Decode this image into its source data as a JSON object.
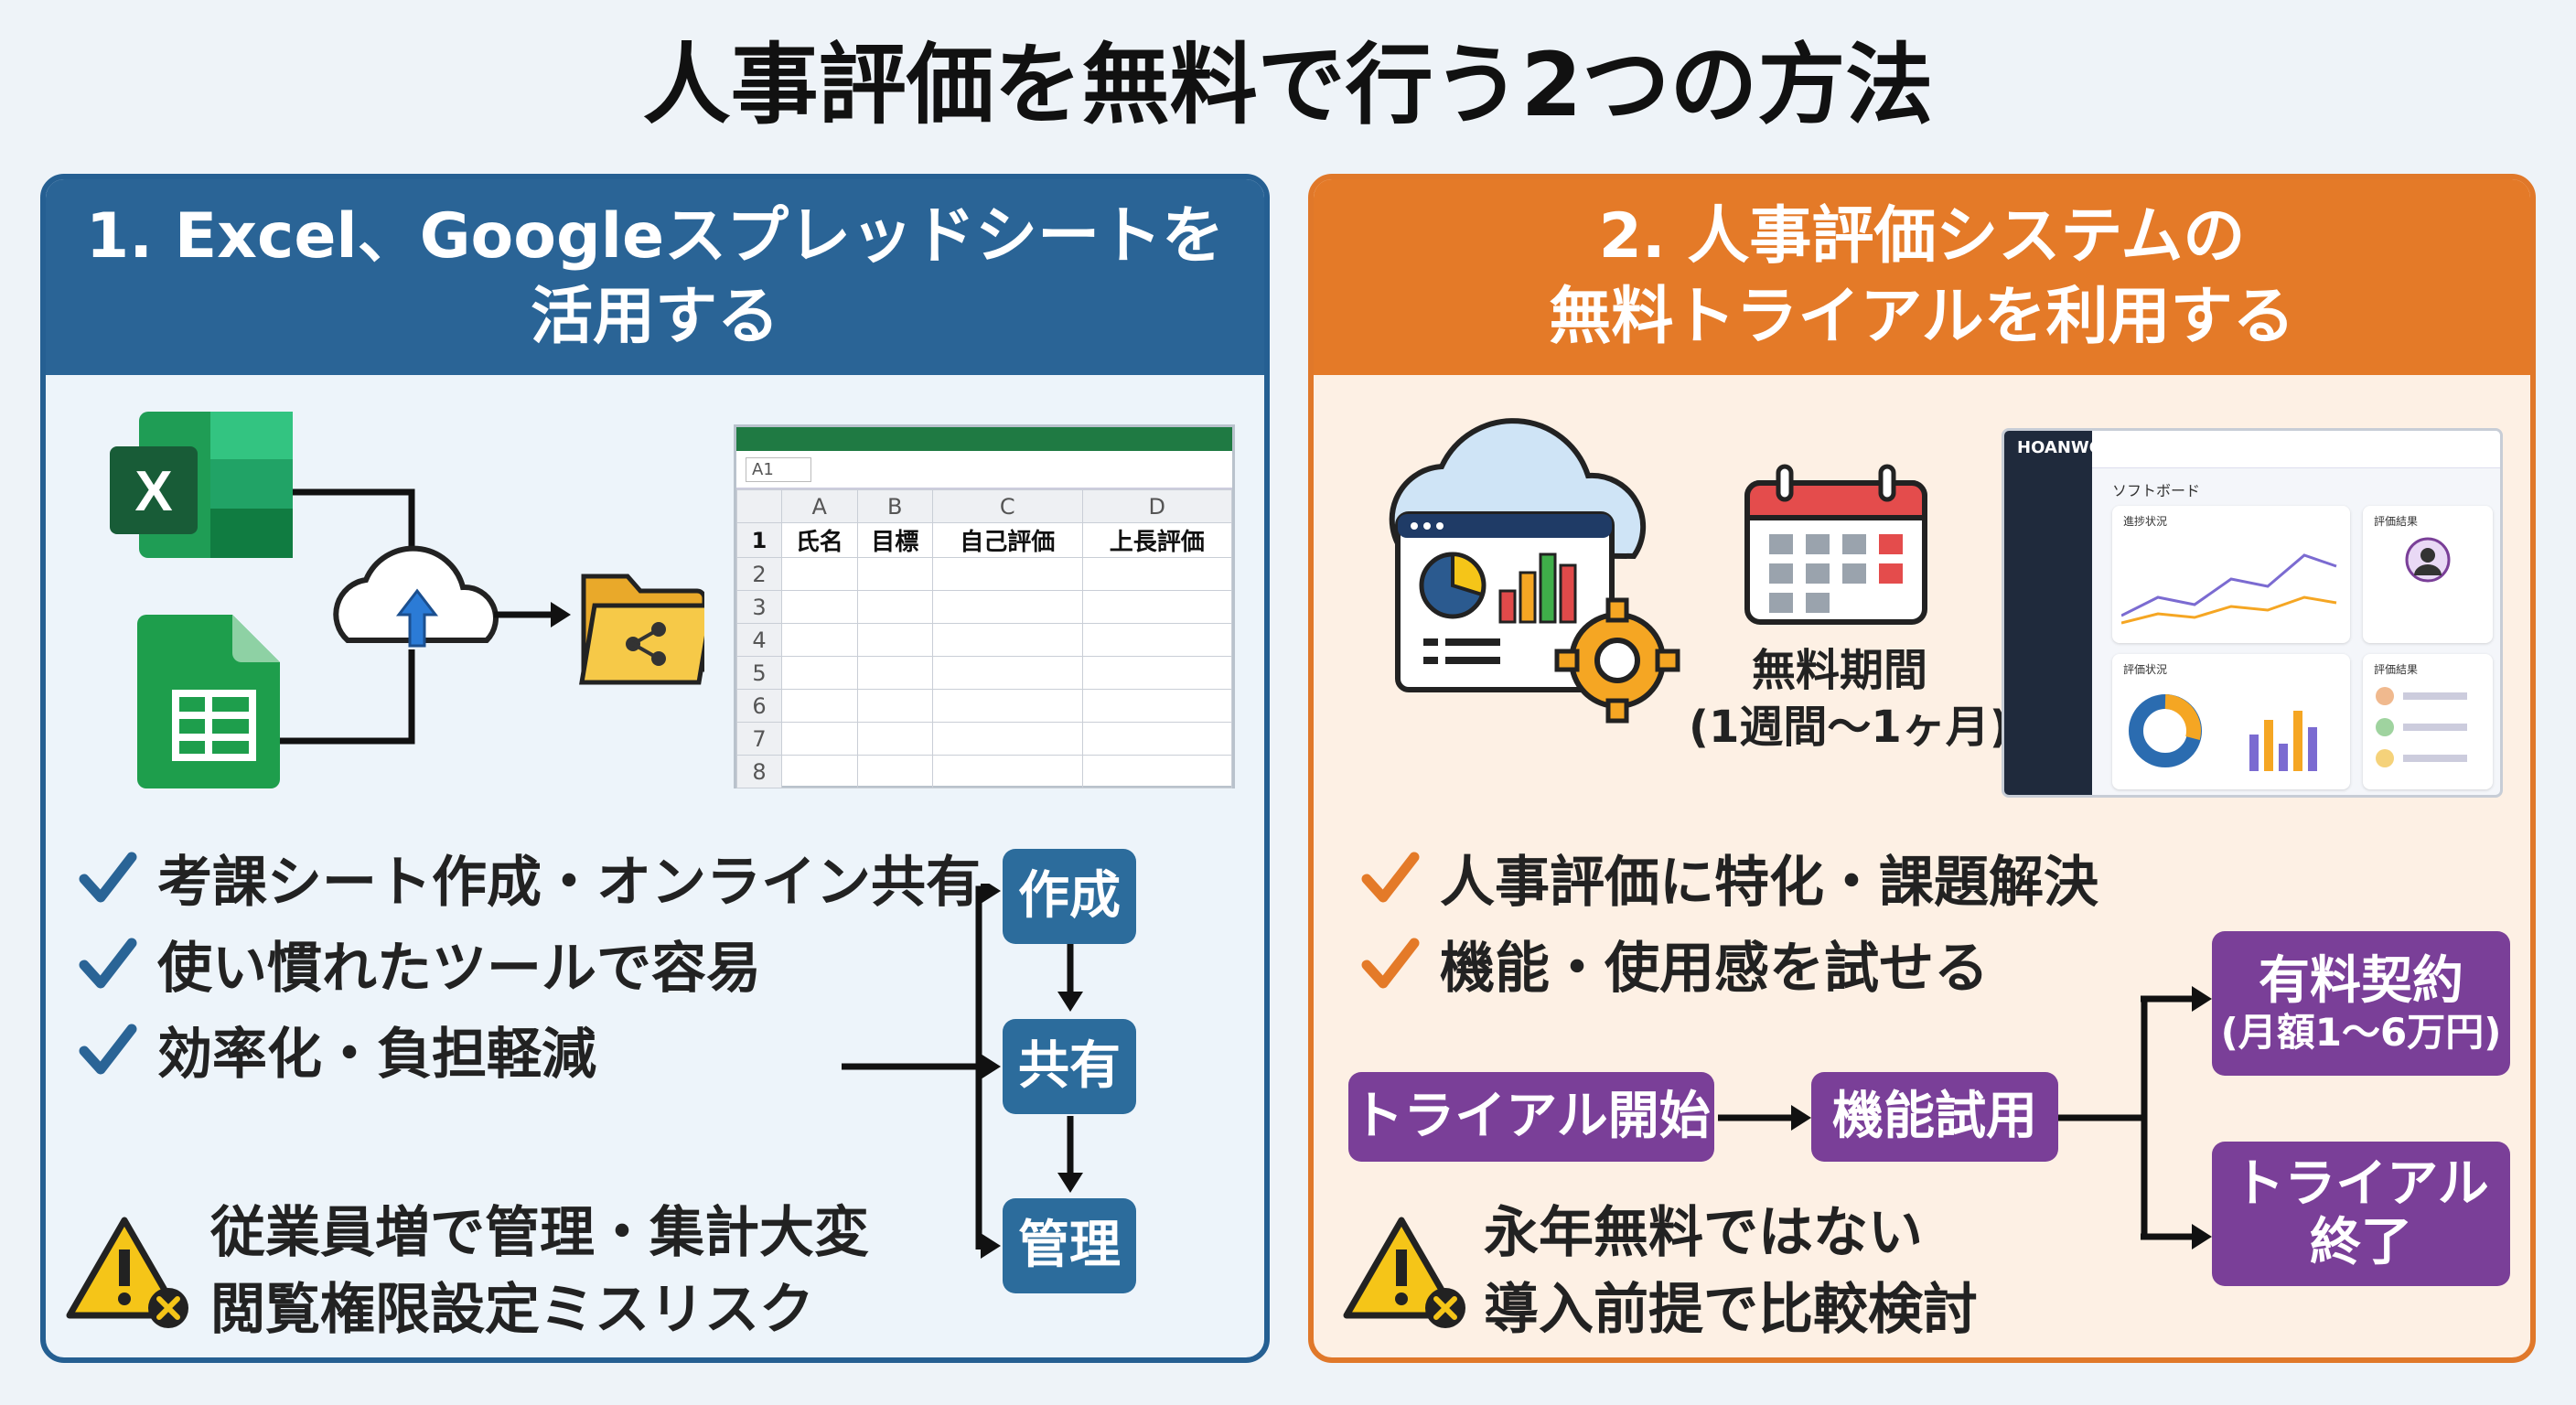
{
  "title": "人事評価を無料で行う2つの方法",
  "left_panel": {
    "heading_line1": "1. Excel、Googleスプレッドシートを",
    "heading_line2": "活用する",
    "spreadsheet": {
      "cell_ref": "A1",
      "columns": [
        "A",
        "B",
        "C",
        "D"
      ],
      "header_row": [
        "氏名",
        "目標",
        "自己評価",
        "上長評価"
      ],
      "row_numbers": [
        "1",
        "2",
        "3",
        "4",
        "5",
        "6",
        "7",
        "8"
      ]
    },
    "checks": [
      "考課シート作成・オンライン共有",
      "使い慣れたツールで容易",
      "効率化・負担軽減"
    ],
    "warnings": [
      "従業員増で管理・集計大変",
      "閲覧権限設定ミスリスク"
    ],
    "flow": [
      "作成",
      "共有",
      "管理"
    ],
    "colors": {
      "accent": "#2a6496",
      "panel_bg": "#edf4fa",
      "check": "#2a6496"
    }
  },
  "right_panel": {
    "heading_line1": "2. 人事評価システムの",
    "heading_line2": "無料トライアルを利用する",
    "free_period_label": "無料期間",
    "free_period_value": "(1週間〜1ヶ月)",
    "dashboard": {
      "brand": "HOANWOA",
      "breadcrumb": "ソフトボード",
      "card_titles": [
        "進捗状況",
        "評価結果",
        "評価状況",
        "評価結果"
      ]
    },
    "checks": [
      "人事評価に特化・課題解決",
      "機能・使用感を試せる"
    ],
    "warnings": [
      "永年無料ではない",
      "導入前提で比較検討"
    ],
    "flow": {
      "start": "トライアル開始",
      "trial": "機能試用",
      "paid_line1": "有料契約",
      "paid_line2": "(月額1〜6万円)",
      "end_line1": "トライアル",
      "end_line2": "終了"
    },
    "colors": {
      "accent": "#e47a28",
      "panel_bg": "#fdf0e4",
      "flow_box": "#7a3f98"
    }
  }
}
